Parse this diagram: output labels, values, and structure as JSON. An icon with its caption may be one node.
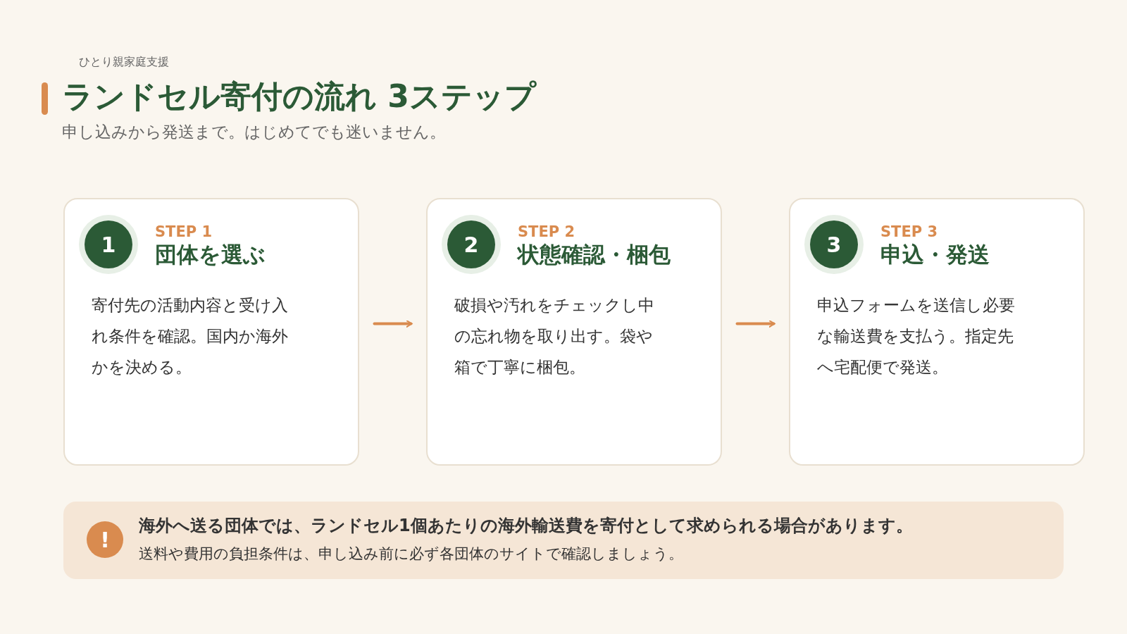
{
  "diagram": {
    "title": "ランドセル寄付の流れ 3ステップ",
    "nodes": [
      {
        "text": [
          "1",
          "STEP 1",
          "団体を選ぶ",
          "寄付先の活動内容と受け入れ条件を確認。国内か海外かを決める。"
        ]
      },
      {
        "text": [
          "2",
          "STEP 2",
          "状態確認・梱包",
          "破損や汚れをチェックし中の忘れ物を取り出す。袋や箱で丁寧に梱包。"
        ]
      },
      {
        "text": [
          "3",
          "STEP 3",
          "申込・発送",
          "申込フォームを送信し必要な輸送費を支払う。指定先へ宅配便で発送。"
        ]
      },
      {
        "text": [
          "!",
          "海外へ送る団体では、ランドセル1個あたりの海外輸送費を寄付として求められる場合があります。",
          "送料や費用の負担条件は、申し込み前に必ず各団体のサイトで確認しましょう。"
        ]
      }
    ],
    "edges": [
      {
        "from": 0,
        "to": 1,
        "arrow": "to"
      },
      {
        "from": 1,
        "to": 2,
        "arrow": "to"
      }
    ],
    "labels": [
      "ひとり親家庭支援",
      "申し込みから発送まで。はじめてでも迷いません。"
    ]
  }
}
